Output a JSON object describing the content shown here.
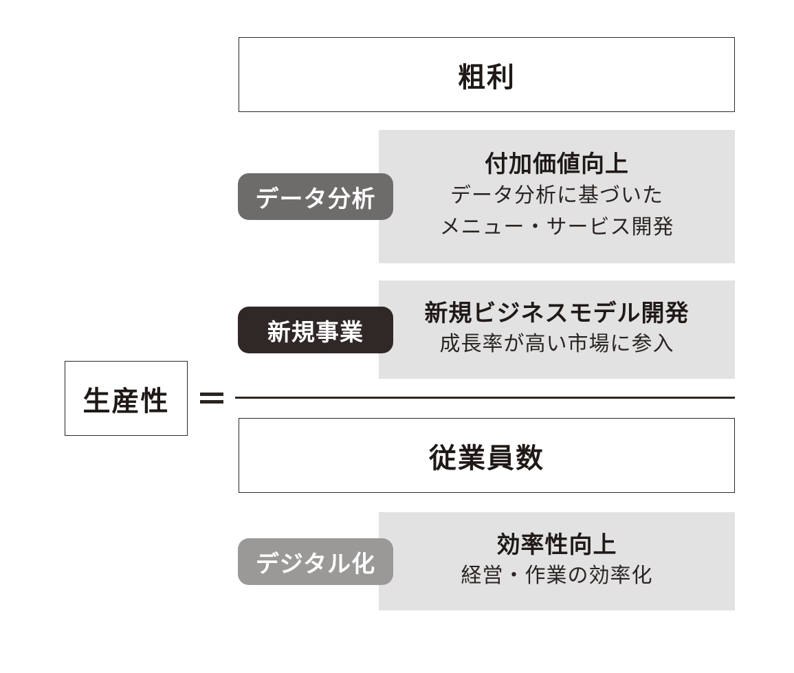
{
  "numerator": {
    "label": "粗利"
  },
  "denominator": {
    "label": "従業員数"
  },
  "result": {
    "label": "生産性",
    "equals": "="
  },
  "numerator_factors": [
    {
      "tag": "データ分析",
      "tag_color": "#6e6c6b",
      "title": "付加価値向上",
      "description_lines": [
        "データ分析に基づいた",
        "メニュー・サービス開発"
      ]
    },
    {
      "tag": "新規事業",
      "tag_color": "#2f2826",
      "title": "新規ビジネスモデル開発",
      "description_lines": [
        "成長率が高い市場に参入"
      ]
    }
  ],
  "denominator_factors": [
    {
      "tag": "デジタル化",
      "tag_color": "#9a9998",
      "title": "効率性向上",
      "description_lines": [
        "経営・作業の効率化"
      ]
    }
  ]
}
